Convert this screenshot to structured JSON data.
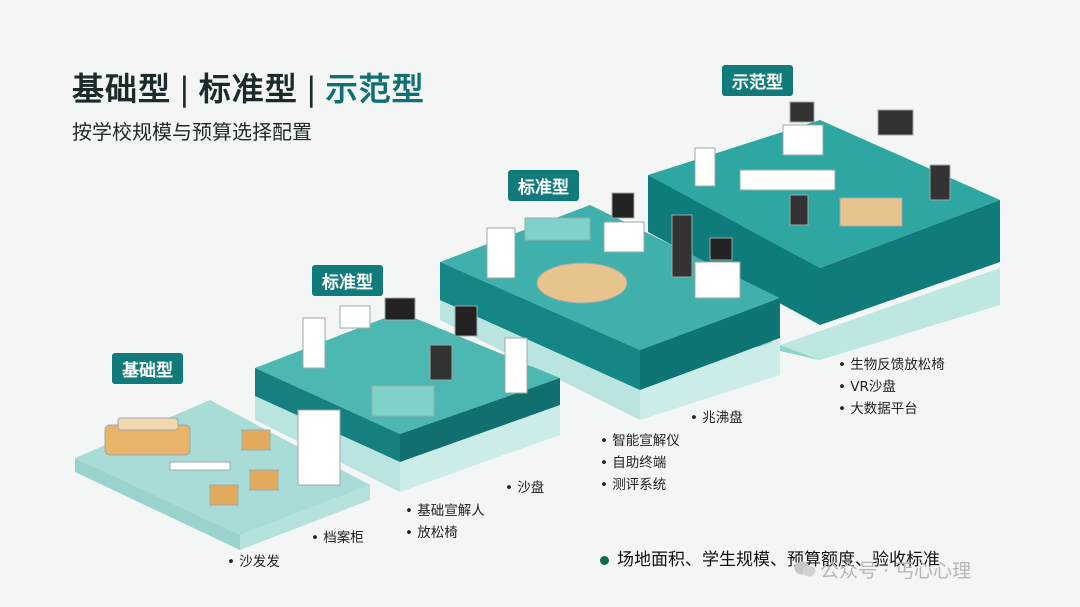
{
  "header": {
    "title_parts": [
      "基础型",
      "|",
      "标准型",
      "|",
      "示范型"
    ],
    "subtitle": "按学校规模与预算选择配置"
  },
  "tiers": {
    "basic": {
      "tag": "基础型"
    },
    "standard_low": {
      "tag": "标准型"
    },
    "standard_high": {
      "tag": "标准型"
    },
    "demo": {
      "tag": "示范型"
    }
  },
  "labels": {
    "sofa": "沙发发",
    "cabinet": "档案柜",
    "sandbox": "沙盘",
    "basic_items": [
      "基础宣解人",
      "放松椅"
    ],
    "garbled": "兆沸盘",
    "standard_items": [
      "智能宣解仪",
      "自助终端",
      "测评系统"
    ],
    "demo_items": [
      "生物反馈放松椅",
      "VR沙盘",
      "大数据平台"
    ]
  },
  "footer": {
    "text": "场地面积、学生规模、预算额度、验收标准"
  },
  "watermark": {
    "text": "公众号 · 丐心心理"
  },
  "colors": {
    "teal_dark": "#117a7a",
    "teal_top": "#1e9e9c",
    "teal_light": "#9ad9d4",
    "brand": "#0f6f72",
    "bullet": "#0f6b45"
  }
}
